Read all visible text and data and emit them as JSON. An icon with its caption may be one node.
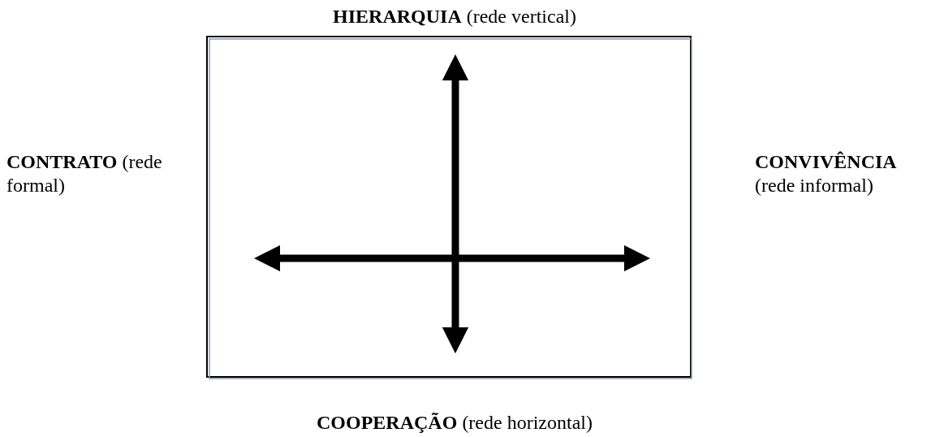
{
  "diagram": {
    "labels": [
      "**HIERARQUIA** (rede vertical)",
      "**CONTRATO** (rede formal)",
      "**CONVIVÊNCIA** (rede informal)",
      "**COOPERAÇÃO** (rede horizontal)"
    ]
  }
}
